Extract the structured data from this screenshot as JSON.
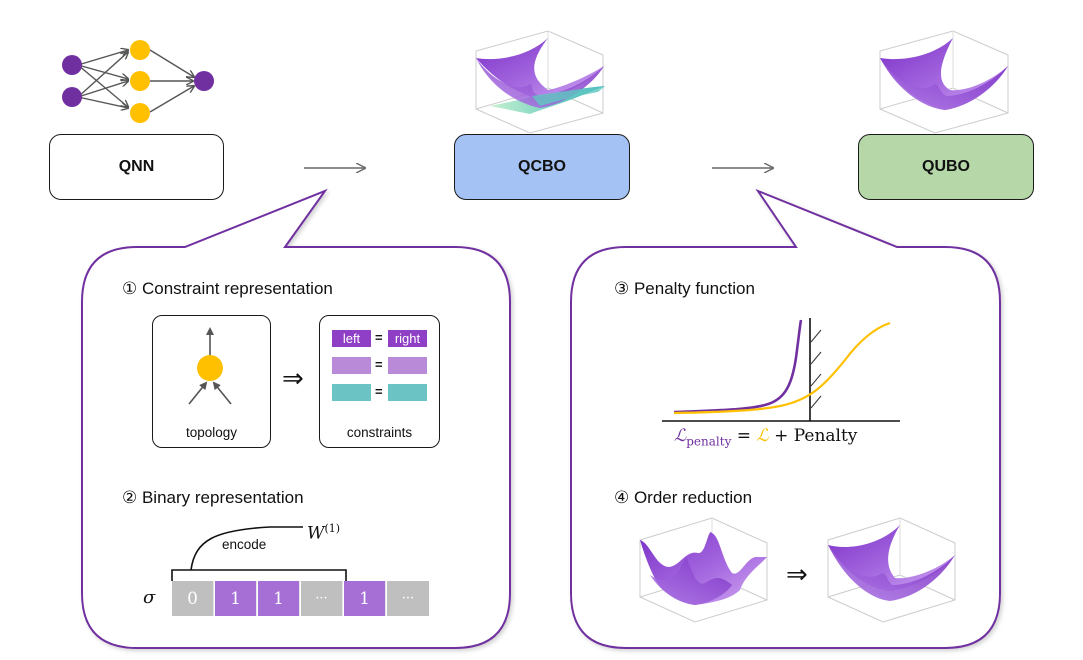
{
  "pipeline": {
    "stages": [
      {
        "id": "qnn",
        "label": "QNN",
        "fill": "#ffffff"
      },
      {
        "id": "qcbo",
        "label": "QCBO",
        "fill": "#a4c2f4"
      },
      {
        "id": "qubo",
        "label": "QUBO",
        "fill": "#b6d7a8"
      }
    ]
  },
  "colors": {
    "purple": "#7030a0",
    "yellow": "#ffc000",
    "constraint_dark": "#8f3fc5",
    "constraint_light": "#b98ad8",
    "constraint_teal": "#6cc3c3",
    "bit_gray": "#bfbfbf",
    "bit_purple": "#a66fd6",
    "bubble_border": "#7030a0"
  },
  "left_panel": {
    "constraint": {
      "title": "① Constraint representation",
      "topology_caption": "topology",
      "constraints_caption": "constraints",
      "implies": "⇒",
      "rows": [
        {
          "left": "left",
          "eq": "=",
          "right": "right",
          "style": "dark"
        },
        {
          "left": "",
          "eq": "=",
          "right": "",
          "style": "light"
        },
        {
          "left": "",
          "eq": "=",
          "right": "",
          "style": "teal"
        }
      ]
    },
    "binary": {
      "title": "② Binary representation",
      "encode_label": "encode",
      "weight_label": "W",
      "weight_superscript": "(1)",
      "sigma_label": "σ",
      "bits": [
        {
          "value": "0",
          "style": "gray"
        },
        {
          "value": "1",
          "style": "purple"
        },
        {
          "value": "1",
          "style": "purple"
        },
        {
          "value": "···",
          "style": "gray"
        },
        {
          "value": "1",
          "style": "purple"
        },
        {
          "value": "···",
          "style": "gray"
        }
      ]
    }
  },
  "right_panel": {
    "penalty": {
      "title": "③ Penalty function",
      "formula_lhs": "ℒ",
      "formula_lhs_sub": "penalty",
      "formula_eq": " = ",
      "formula_term": "ℒ",
      "formula_rest": " + Penalty"
    },
    "order": {
      "title": "④ Order reduction",
      "implies": "⇒"
    }
  }
}
